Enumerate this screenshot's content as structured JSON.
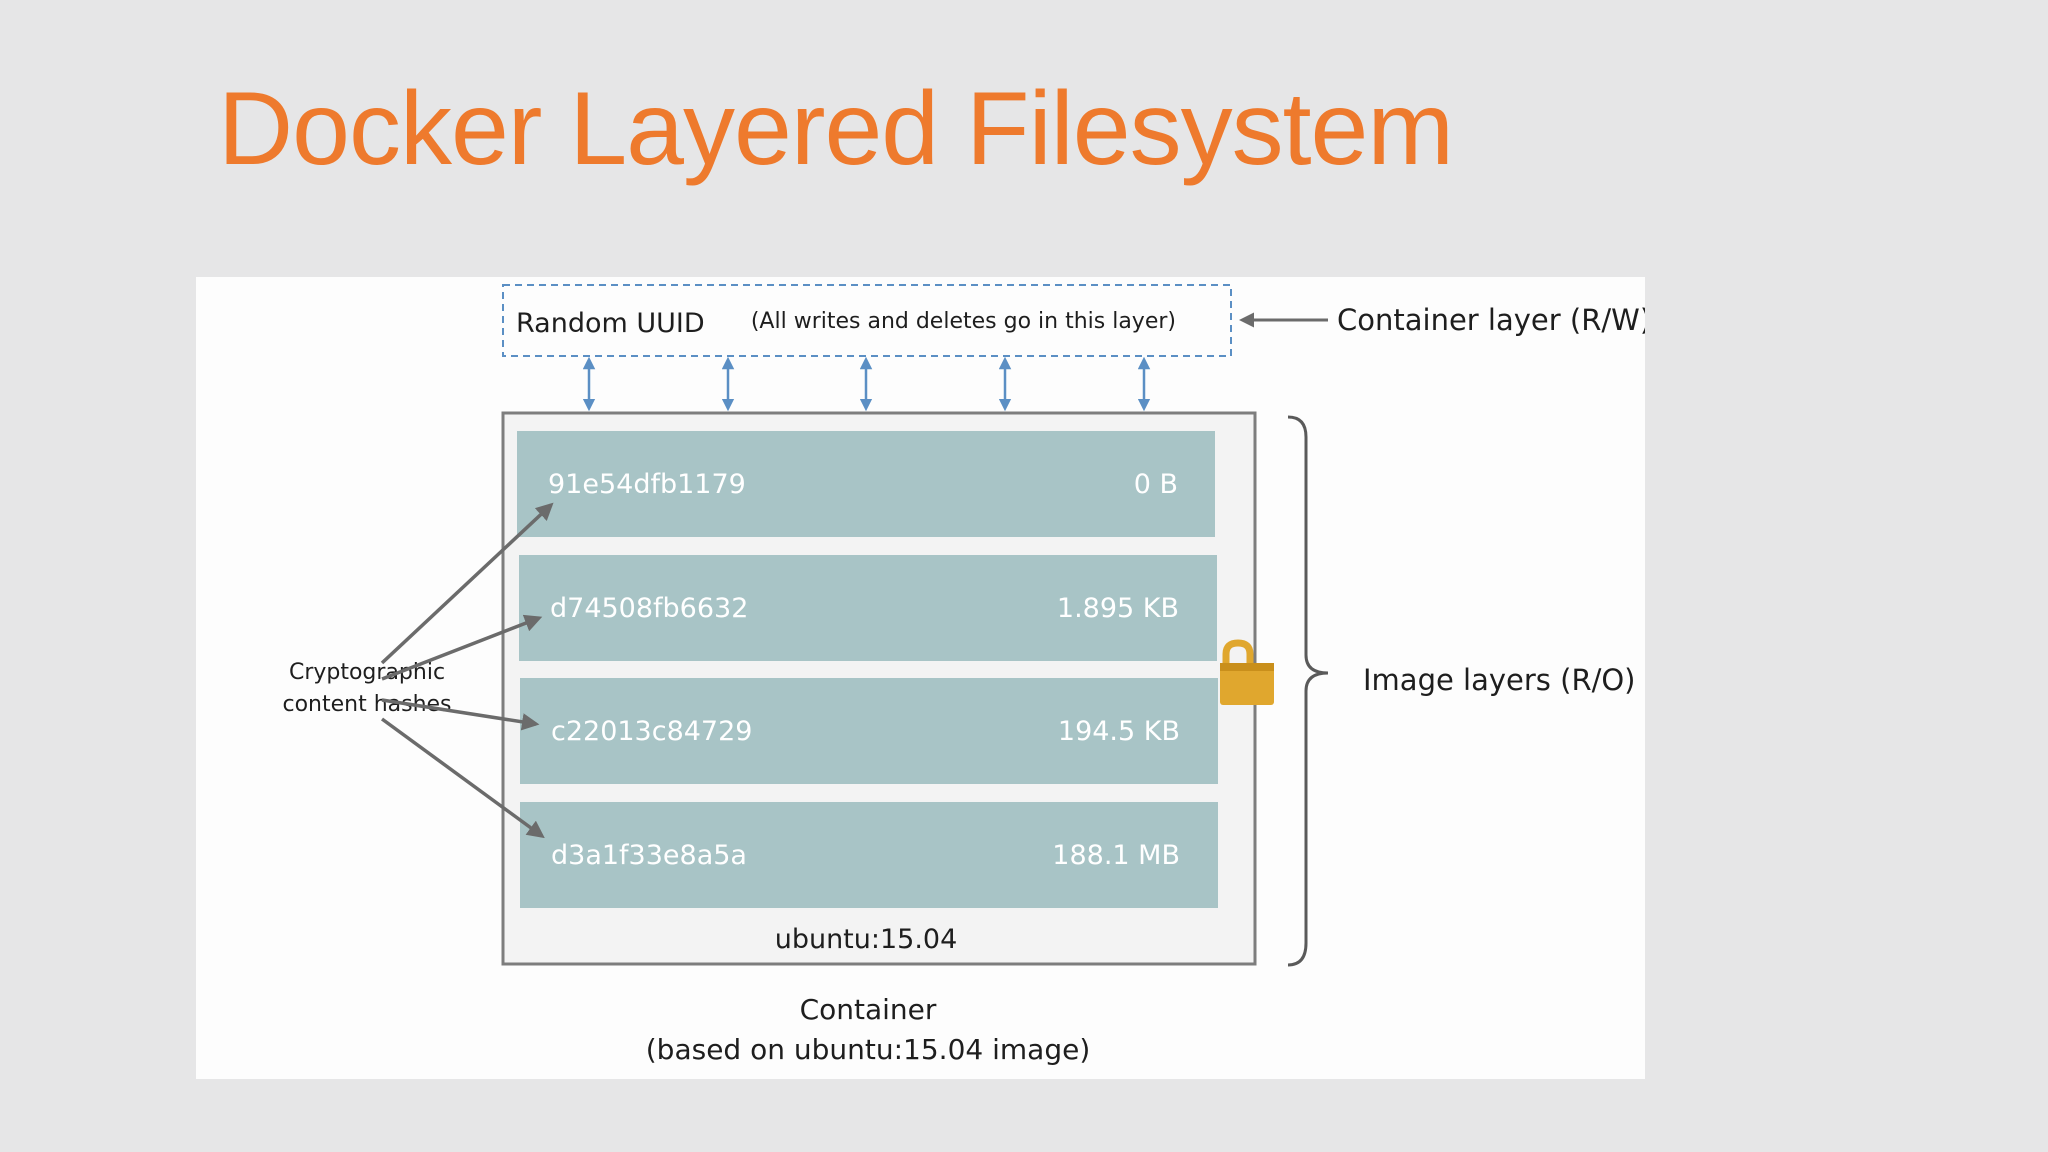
{
  "slide": {
    "title": "Docker Layered Filesystem"
  },
  "diagram": {
    "container_layer": {
      "id_label": "Random UUID",
      "note": "(All writes and deletes go in this layer)",
      "side_label": "Container layer (R/W)"
    },
    "image_layers": [
      {
        "hash": "91e54dfb1179",
        "size": "0 B"
      },
      {
        "hash": "d74508fb6632",
        "size": "1.895 KB"
      },
      {
        "hash": "c22013c84729",
        "size": "194.5 KB"
      },
      {
        "hash": "d3a1f33e8a5a",
        "size": "188.1 MB"
      }
    ],
    "base_image_label": "ubuntu:15.04",
    "image_layers_label": "Image layers (R/O)",
    "hashes_label_line1": "Cryptographic",
    "hashes_label_line2": "content hashes",
    "caption_line1": "Container",
    "caption_line2": "(based on ubuntu:15.04 image)",
    "lock_icon": "lock-icon",
    "colors": {
      "title": "#ee7a2d",
      "layer_fill": "#a8c4c6",
      "arrow_blue": "#5b8fc4",
      "lock": "#e0a72e"
    }
  }
}
